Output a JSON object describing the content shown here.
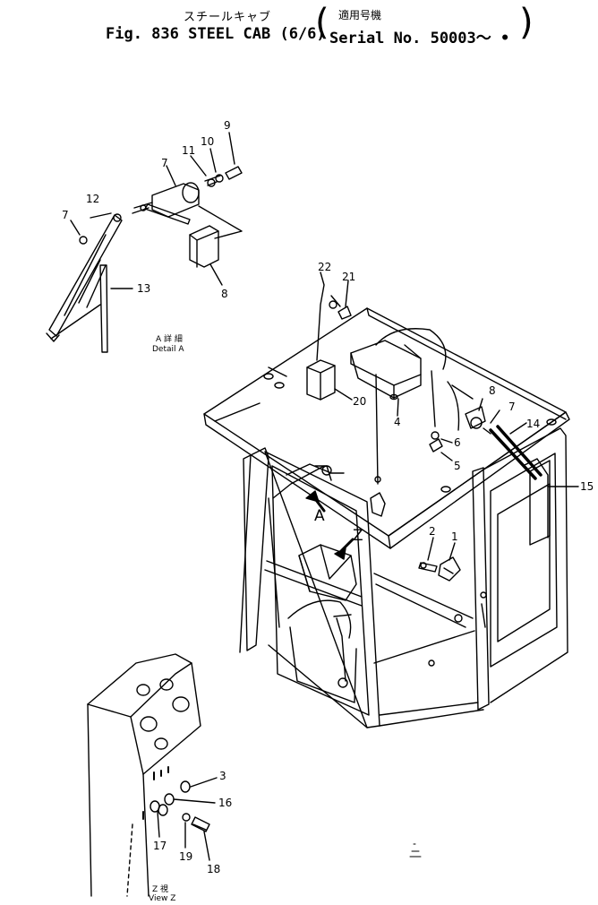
{
  "header": {
    "title_jp": "スチールキャブ",
    "title": "Fig. 836 STEEL CAB (6/6)",
    "serial_jp": "適用号機",
    "serial": "Serial No. 50003～ •"
  },
  "detail_a": {
    "caption_jp": "A 詳 細",
    "caption": "Detail A"
  },
  "view_z": {
    "caption_jp": "Z 視",
    "caption": "View Z"
  },
  "view_markers": {
    "a": "A",
    "z": "Z"
  },
  "part_labels": {
    "p1": "1",
    "p2": "2",
    "p3": "3",
    "p4": "4",
    "p5": "5",
    "p6": "6",
    "p7a": "7",
    "p7b": "7",
    "p7c": "7",
    "p8a": "8",
    "p8b": "8",
    "p9": "9",
    "p10": "10",
    "p11": "11",
    "p12": "12",
    "p13": "13",
    "p14": "14",
    "p15": "15",
    "p16": "16",
    "p17": "17",
    "p18": "18",
    "p19": "19",
    "p20": "20",
    "p21": "21",
    "p22": "22"
  },
  "colors": {
    "line": "#000000",
    "background": "#ffffff"
  }
}
